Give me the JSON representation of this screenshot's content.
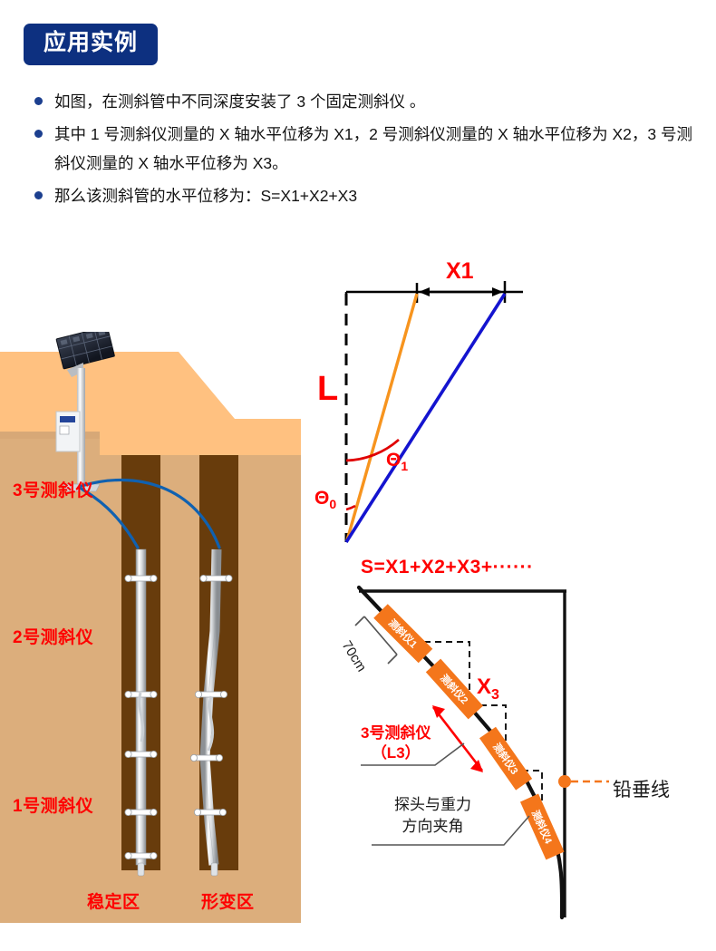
{
  "header": {
    "badge_title": "应用实例",
    "badge_color": "#0d3080"
  },
  "bullets": [
    "如图，在测斜管中不同深度安装了 3 个固定测斜仪 。",
    "其中 1 号测斜仪测量的 X 轴水平位移为 X1，2 号测斜仪测量的 X 轴水平位移为 X2，3 号测斜仪测量的 X 轴水平位移为 X3。",
    "那么该测斜管的水平位移为：S=X1+X2+X3"
  ],
  "scene": {
    "labels": {
      "inclinometer_3": "3号测斜仪",
      "inclinometer_2": "2号测斜仪",
      "inclinometer_1": "1号测斜仪",
      "stable_zone": "稳定区",
      "deformation_zone": "形变区"
    },
    "colors": {
      "upper_soil": "#ffc180",
      "lower_soil": "#dcae7c",
      "borehole": "#683c0c",
      "cable": "#1061b0",
      "label_red": "#ff0000"
    }
  },
  "angle_diagram": {
    "x1_label": "X1",
    "length_label": "L",
    "theta0_label": "Θ",
    "theta0_sub": "0",
    "theta1_label": "Θ",
    "theta1_sub": "1",
    "colors": {
      "initial_line": "#f7941e",
      "tilted_line": "#1414cf",
      "vertical_dashed": "#000000",
      "annotation": "#ff0000"
    }
  },
  "chain_diagram": {
    "sum_formula": "S=X1+X2+X3+······",
    "x3_label": "X",
    "x3_sub": "3",
    "l3_label_line1": "3号测斜仪",
    "l3_label_line2": "（L3）",
    "probe_note_line1": "探头与重力",
    "probe_note_line2": "方向夹角",
    "plumb_line_label": "铅垂线",
    "segment_length": "70cm",
    "probe_boxes": [
      "测斜仪1",
      "测斜仪2",
      "测斜仪3",
      "测斜仪4"
    ],
    "colors": {
      "probe_box": "#f4761b",
      "plumb_dot": "#f4761b",
      "annotation": "#ff0000",
      "pipe": "#111111"
    }
  }
}
